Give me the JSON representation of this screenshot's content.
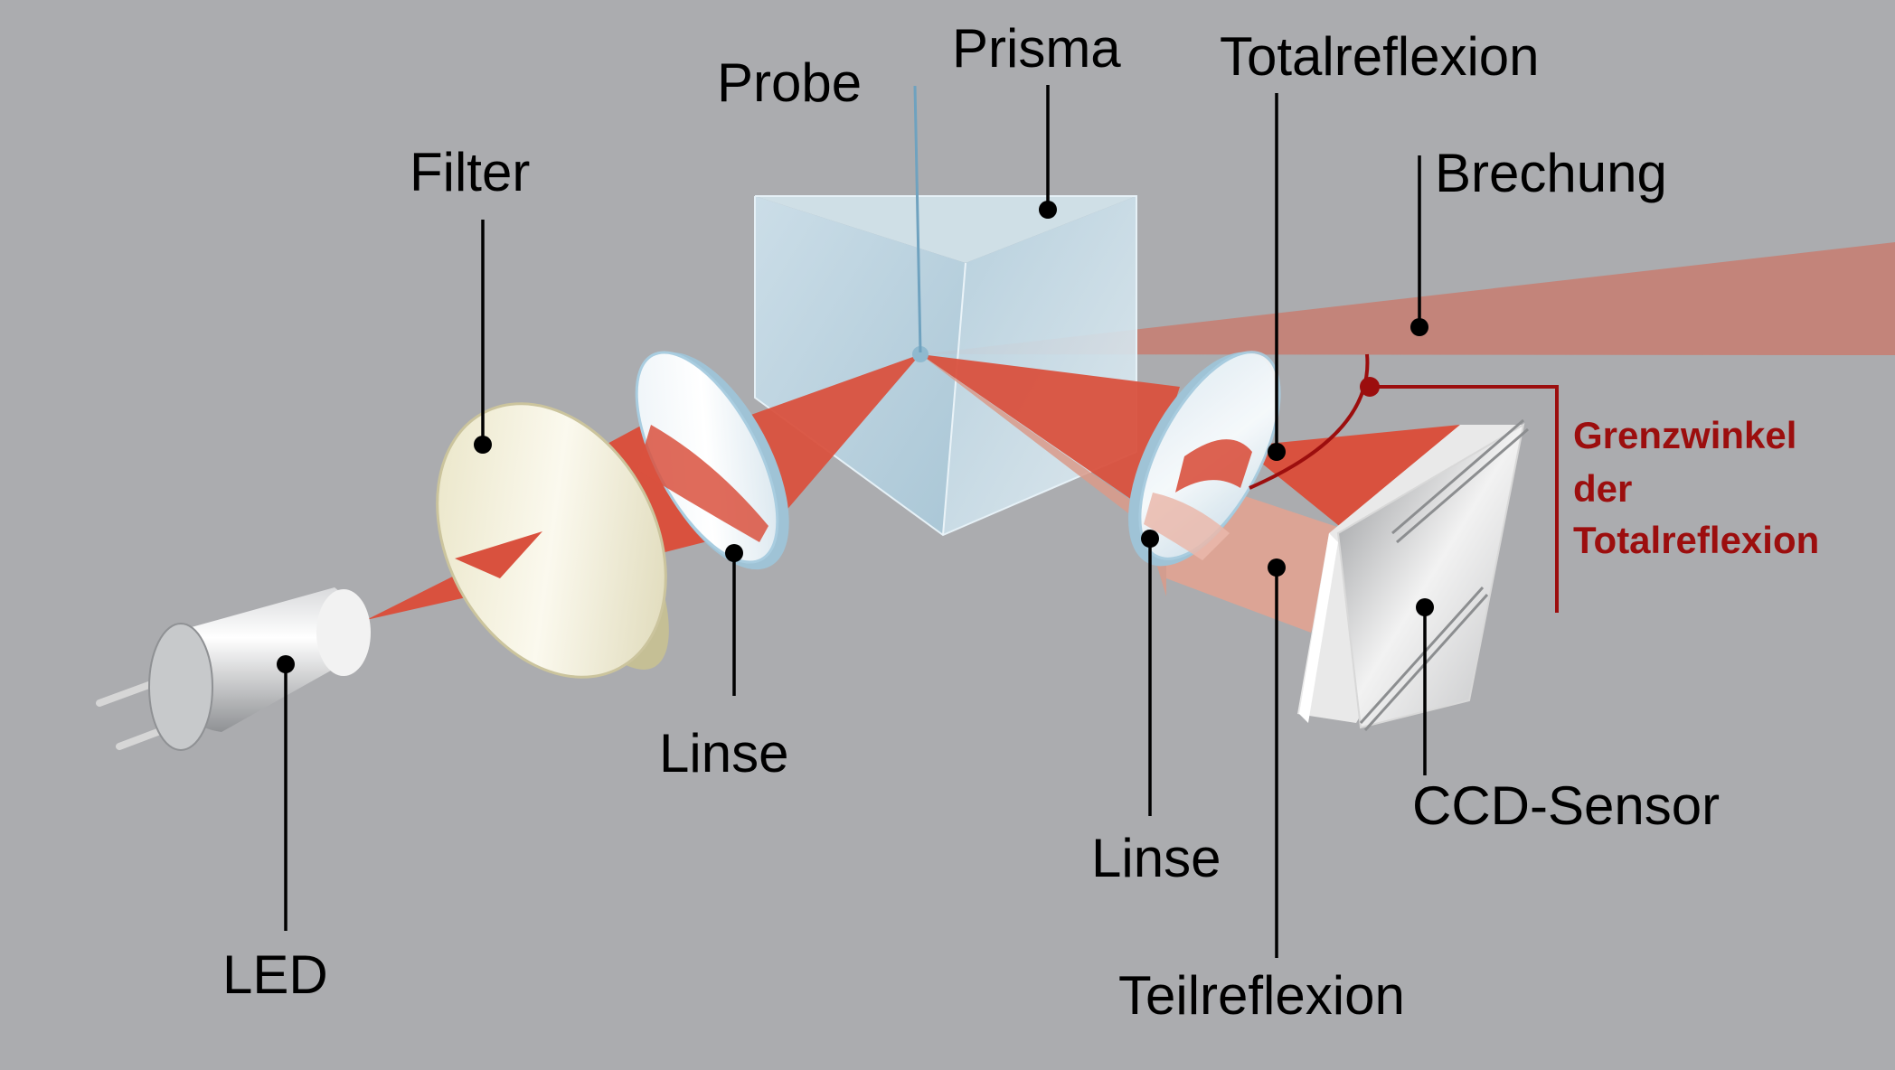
{
  "labels": {
    "probe": "Probe",
    "prisma": "Prisma",
    "totalreflexion": "Totalreflexion",
    "brechung": "Brechung",
    "filter": "Filter",
    "linse_left": "Linse",
    "linse_right": "Linse",
    "led": "LED",
    "teilreflexion": "Teilreflexion",
    "ccd_sensor": "CCD-Sensor",
    "grenzwinkel_line1": "Grenzwinkel",
    "grenzwinkel_line2": "der",
    "grenzwinkel_line3": "Totalreflexion"
  },
  "colors": {
    "background": "#abacaf",
    "beam": "#d9513e",
    "refraction_beam": "#c48075",
    "accent_red": "#9c0e0e"
  }
}
